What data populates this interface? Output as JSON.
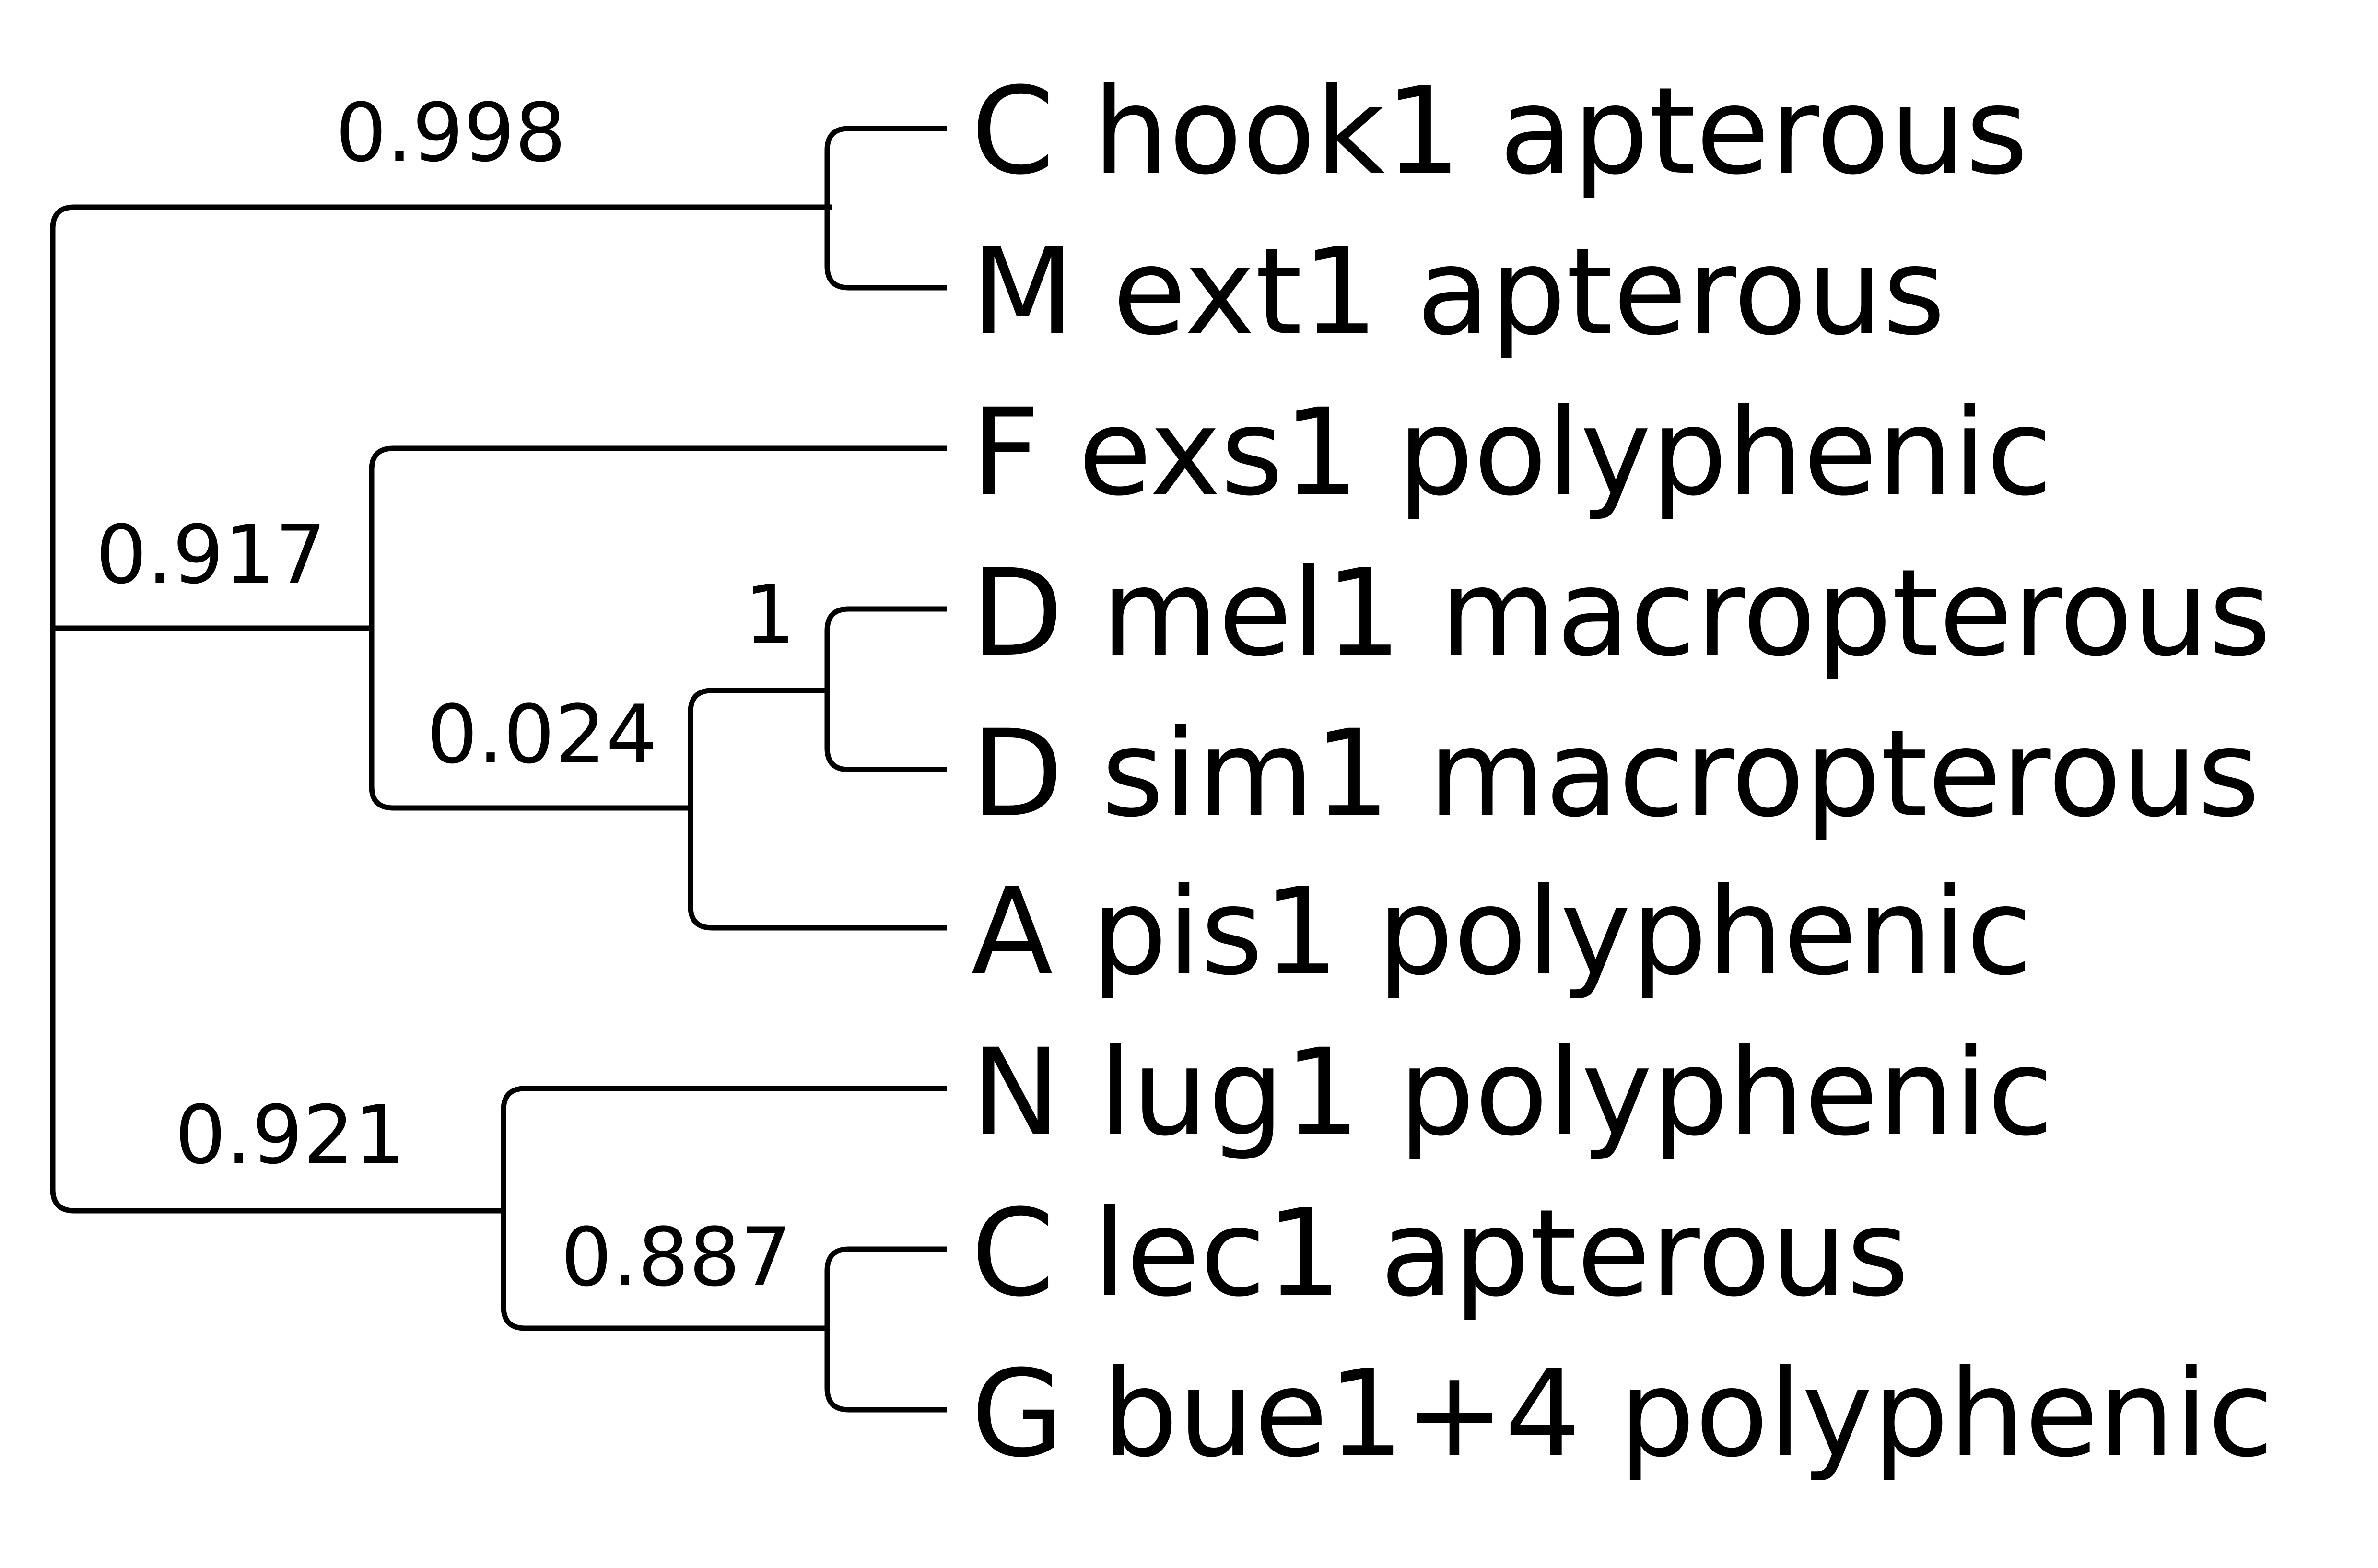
{
  "tree": {
    "tips": [
      {
        "id": "t1",
        "label": "C hook1 apterous"
      },
      {
        "id": "t2",
        "label": "M ext1 apterous"
      },
      {
        "id": "t3",
        "label": "F exs1 polyphenic"
      },
      {
        "id": "t4",
        "label": "D mel1 macropterous"
      },
      {
        "id": "t5",
        "label": "D sim1 macropterous"
      },
      {
        "id": "t6",
        "label": "A pis1 polyphenic"
      },
      {
        "id": "t7",
        "label": "N lug1 polyphenic"
      },
      {
        "id": "t8",
        "label": "C lec1 apterous"
      },
      {
        "id": "t9",
        "label": "G bue1+4 polyphenic"
      }
    ],
    "support_values": [
      {
        "id": "s_hook_ext",
        "value": "0.998"
      },
      {
        "id": "s_exs_clade",
        "value": "0.917"
      },
      {
        "id": "s_mel_sim",
        "value": "1"
      },
      {
        "id": "s_mel_sim_pis",
        "value": "0.024"
      },
      {
        "id": "s_lug_clade",
        "value": "0.921"
      },
      {
        "id": "s_lec_bue",
        "value": "0.887"
      }
    ]
  }
}
